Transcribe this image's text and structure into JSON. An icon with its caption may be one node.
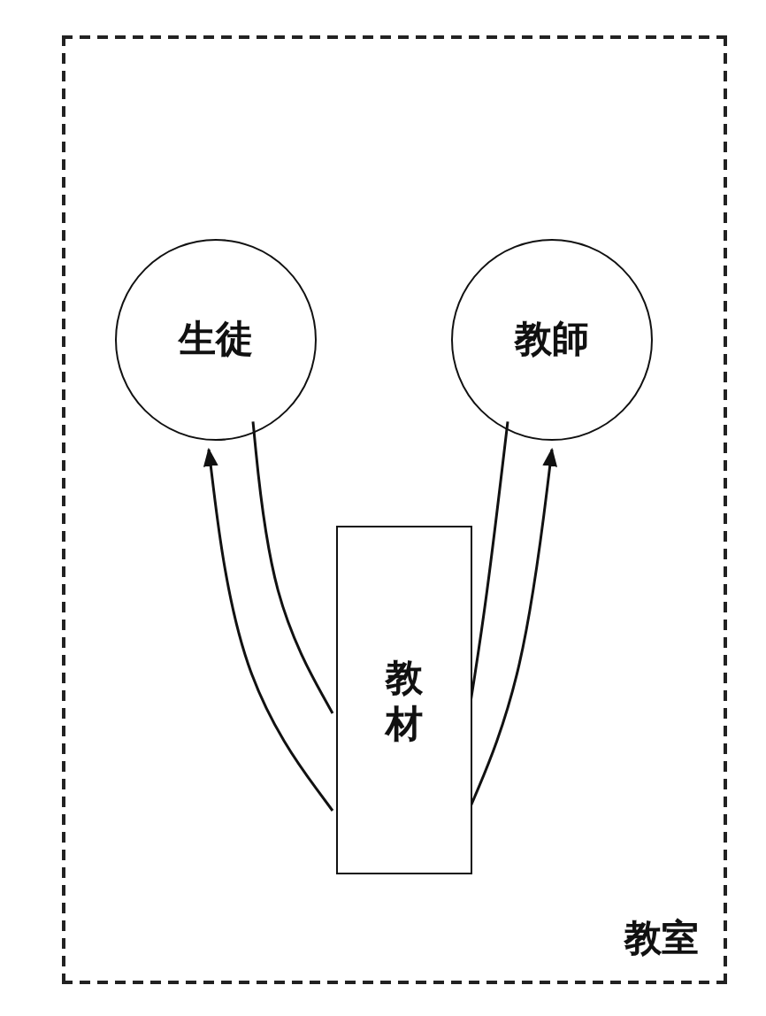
{
  "diagram": {
    "nodes": [
      {
        "text": [
          "教室"
        ]
      },
      {
        "text": [
          "生徒"
        ],
        "in": 0
      },
      {
        "text": [
          "教師"
        ],
        "in": 0
      },
      {
        "text": [
          "教材"
        ],
        "in": 0
      }
    ],
    "edges": [
      {
        "from": 3,
        "to": 1,
        "arrow": "to"
      },
      {
        "from": 1,
        "to": 3,
        "arrow": "none"
      },
      {
        "from": 3,
        "to": 2,
        "arrow": "to"
      },
      {
        "from": 2,
        "to": 3,
        "arrow": "none"
      }
    ]
  }
}
